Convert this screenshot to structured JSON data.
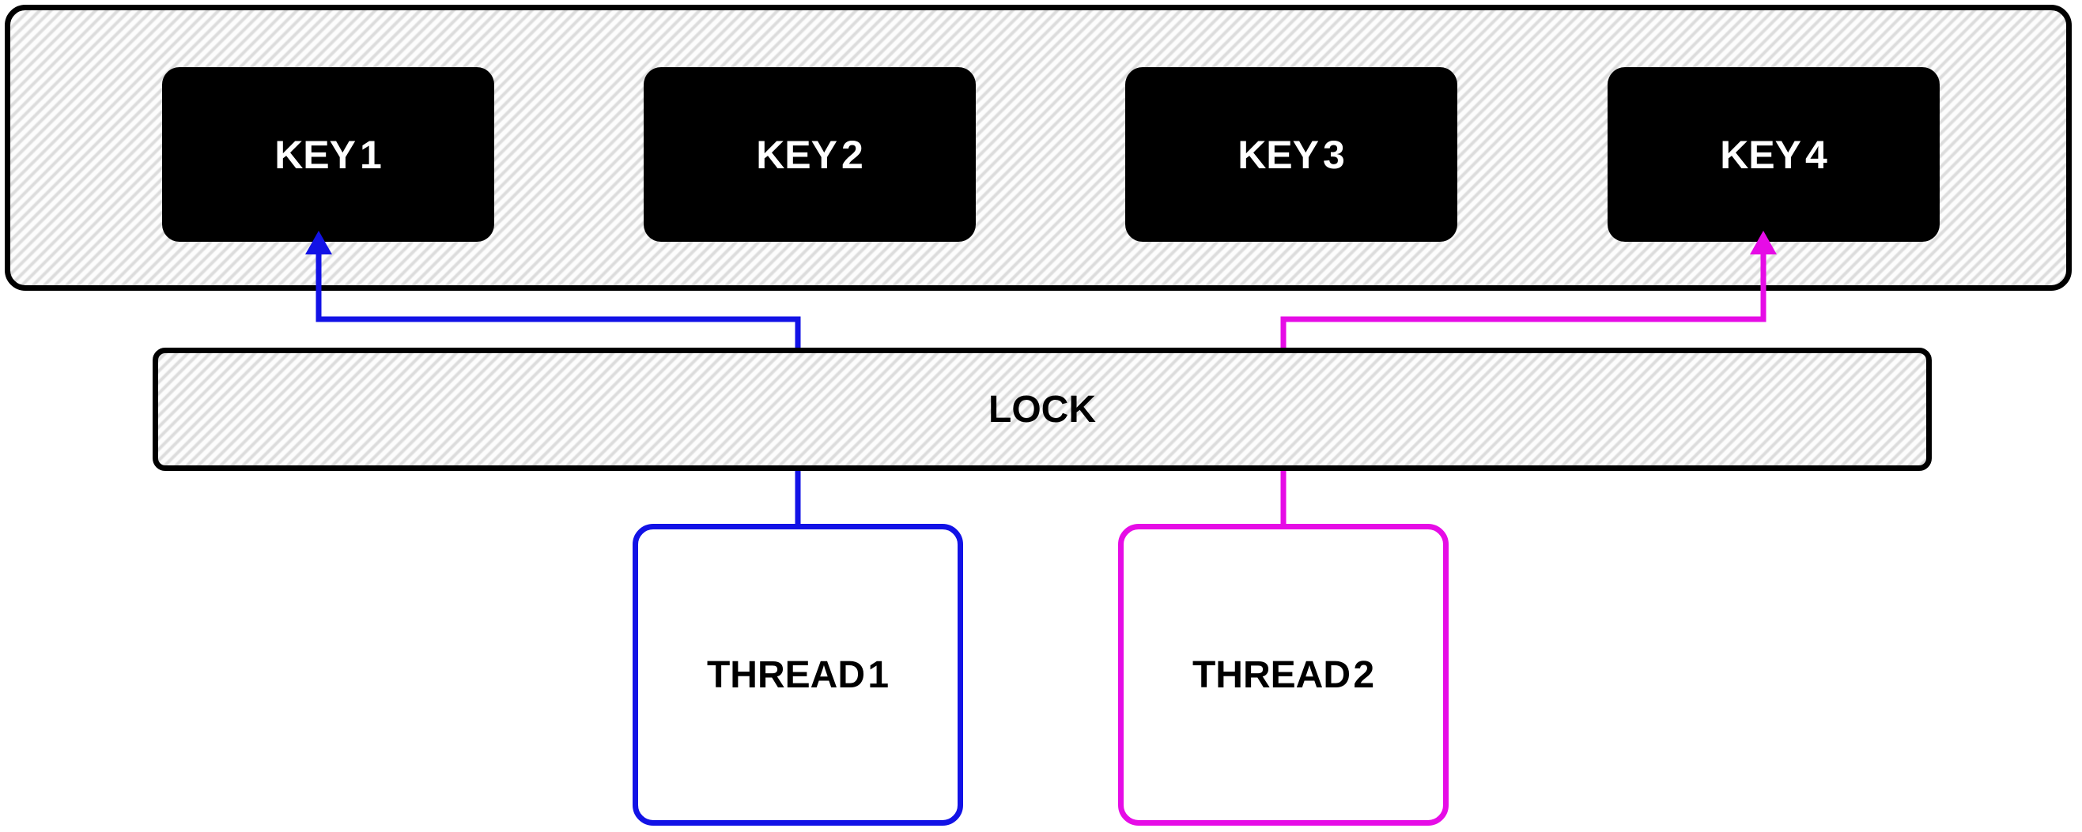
{
  "rack": {
    "keys": [
      {
        "label": "KEY 1"
      },
      {
        "label": "KEY 2"
      },
      {
        "label": "KEY 3"
      },
      {
        "label": "KEY 4"
      }
    ]
  },
  "lock": {
    "label": "LOCK"
  },
  "threads": [
    {
      "label": "THREAD 1",
      "color": "#1212e6"
    },
    {
      "label": "THREAD 2",
      "color": "#e60ce6"
    }
  ],
  "colors": {
    "outline": "#000000",
    "key_fill": "#000000",
    "key_text": "#ffffff",
    "hatch_stripe": "#dcdcdc",
    "hatch_bg": "#fdfdfd"
  }
}
